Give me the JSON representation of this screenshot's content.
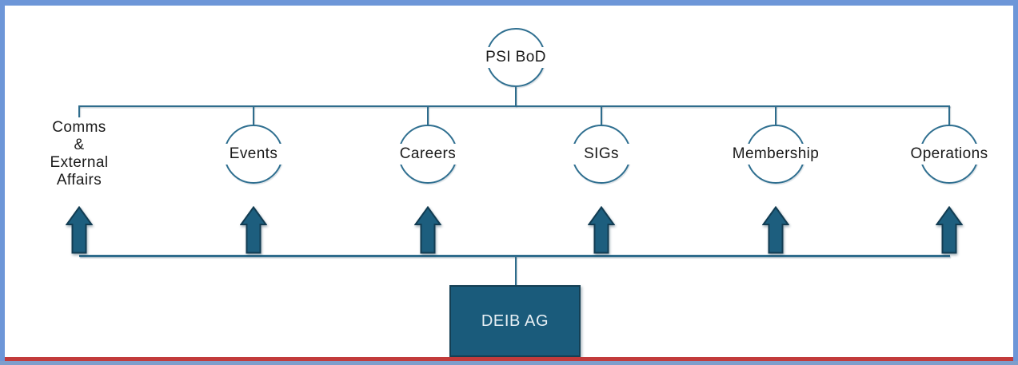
{
  "org": {
    "root": {
      "label": "PSI BoD"
    },
    "departments": [
      {
        "label": "Comms &\nExternal Affairs"
      },
      {
        "label": "Events"
      },
      {
        "label": "Careers"
      },
      {
        "label": "SIGs"
      },
      {
        "label": "Membership"
      },
      {
        "label": "Operations"
      }
    ],
    "bottom": {
      "label": "DEIB AG"
    }
  },
  "icons": [
    {
      "name": "up-arrow-icon",
      "meaning": "reports into / feeds upward",
      "count": 6
    }
  ],
  "colors": {
    "frame_border": "#6d96d8",
    "bottom_rule_red": "#c23b3b",
    "connector_line": "#2e6c8c",
    "circle_stroke": "#2f6f90",
    "arrow_fill": "#1d5e7e",
    "arrow_outline": "#123c52",
    "box_fill": "#1a5b7b",
    "box_border": "#143f54",
    "box_text": "#e8f0f5",
    "label_text": "#1a1a1a",
    "background": "#ffffff"
  }
}
